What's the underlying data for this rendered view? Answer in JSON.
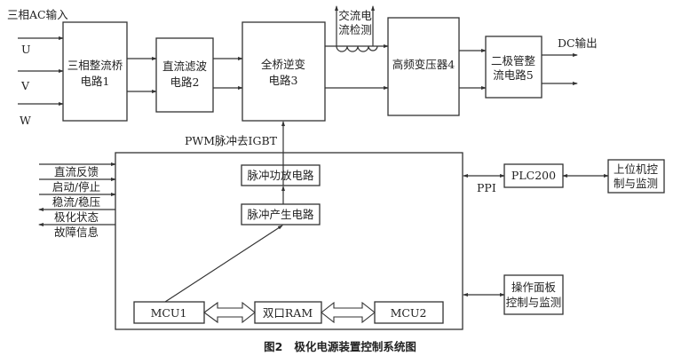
{
  "diagram": {
    "caption": "图2   极化电源装置控制系统图",
    "ac_input_label": "三相AC输入",
    "phases": [
      "U",
      "V",
      "W"
    ],
    "blocks": {
      "rectifier": [
        "三相整流桥",
        "电路1"
      ],
      "dc_filter": [
        "直流滤波",
        "电路2"
      ],
      "inverter": [
        "全桥逆变",
        "电路3"
      ],
      "transformer": [
        "高频变压器4"
      ],
      "diode_rect": [
        "二极管整",
        "流电路5"
      ],
      "pulse_amp": [
        "脉冲功放电路"
      ],
      "pulse_gen": [
        "脉冲产生电路"
      ],
      "mcu1": [
        "MCU1"
      ],
      "dual_ram": [
        "双口RAM"
      ],
      "mcu2": [
        "MCU2"
      ],
      "plc": [
        "PLC200"
      ],
      "host": [
        "上位机控",
        "制与监测"
      ],
      "panel": [
        "操作面板",
        "控制与监测"
      ]
    },
    "ac_current_detect": [
      "交流电",
      "流检测"
    ],
    "dc_output_label": "DC输出",
    "pwm_label": "PWM脉冲去IGBT",
    "ppi_label": "PPI",
    "signals": [
      {
        "label": "直流反馈",
        "direction": "in"
      },
      {
        "label": "启动/停止",
        "direction": "in"
      },
      {
        "label": "稳流/稳压",
        "direction": "in"
      },
      {
        "label": "极化状态",
        "direction": "out"
      },
      {
        "label": "故障信息",
        "direction": "out"
      }
    ]
  }
}
